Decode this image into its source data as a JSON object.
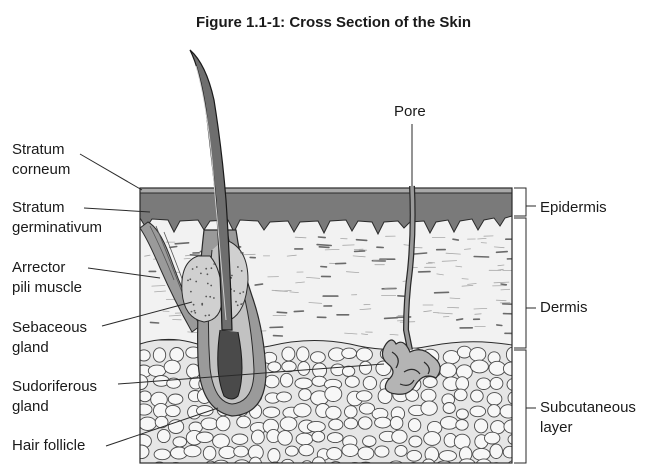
{
  "figure": {
    "title": "Figure 1.1-1: Cross Section of the Skin"
  },
  "labels_left": {
    "stratum_corneum": [
      "Stratum",
      "corneum"
    ],
    "stratum_germinativum": [
      "Stratum",
      "germinativum"
    ],
    "arrector_pili": [
      "Arrector",
      "pili muscle"
    ],
    "sebaceous_gland": [
      "Sebaceous",
      "gland"
    ],
    "sudoriferous_gland": [
      "Sudoriferous",
      "gland"
    ],
    "hair_follicle": "Hair follicle"
  },
  "labels_top": {
    "pore": "Pore"
  },
  "labels_right": {
    "epidermis": "Epidermis",
    "dermis": "Dermis",
    "subcutaneous": [
      "Subcutaneous",
      "layer"
    ]
  },
  "colors": {
    "epidermis": "#7a7a7a",
    "dermis": "#f2f2f2",
    "subcutaneous": "#e6e6e6",
    "hair": "#6e6e6e",
    "sebaceous": "#d0d0d0",
    "line": "#2a2a2a"
  }
}
